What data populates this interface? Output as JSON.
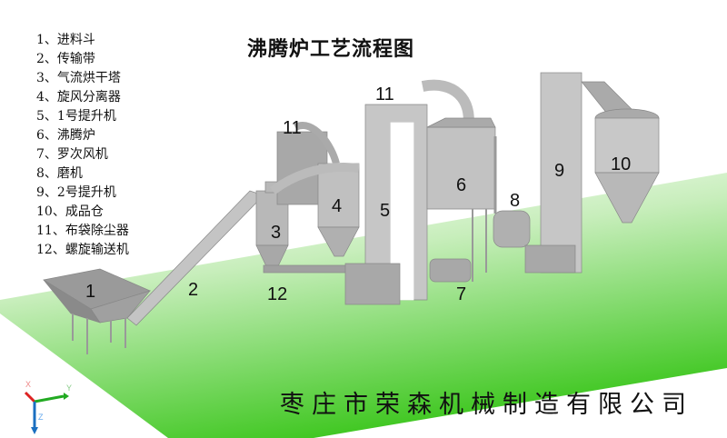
{
  "title": "沸腾炉工艺流程图",
  "legend": [
    "1、进料斗",
    "2、传输带",
    "3、气流烘干塔",
    "4、旋风分离器",
    "5、1号提升机",
    "6、沸腾炉",
    "7、罗次风机",
    "8、磨机",
    "9、2号提升机",
    "10、成品仓",
    "11、布袋除尘器",
    "12、螺旋输送机"
  ],
  "labels": {
    "n1": "1",
    "n2": "2",
    "n3": "3",
    "n4": "4",
    "n5": "5",
    "n6": "6",
    "n7": "7",
    "n8": "8",
    "n9": "9",
    "n10": "10",
    "n11a": "11",
    "n11b": "11",
    "n12": "12"
  },
  "axes": {
    "x": "X",
    "y": "Y",
    "z": "Z"
  },
  "company": "枣庄市荣森机械制造有限公司",
  "colors": {
    "ground": "#3cc81e",
    "equipment": "#b4b4b4"
  }
}
